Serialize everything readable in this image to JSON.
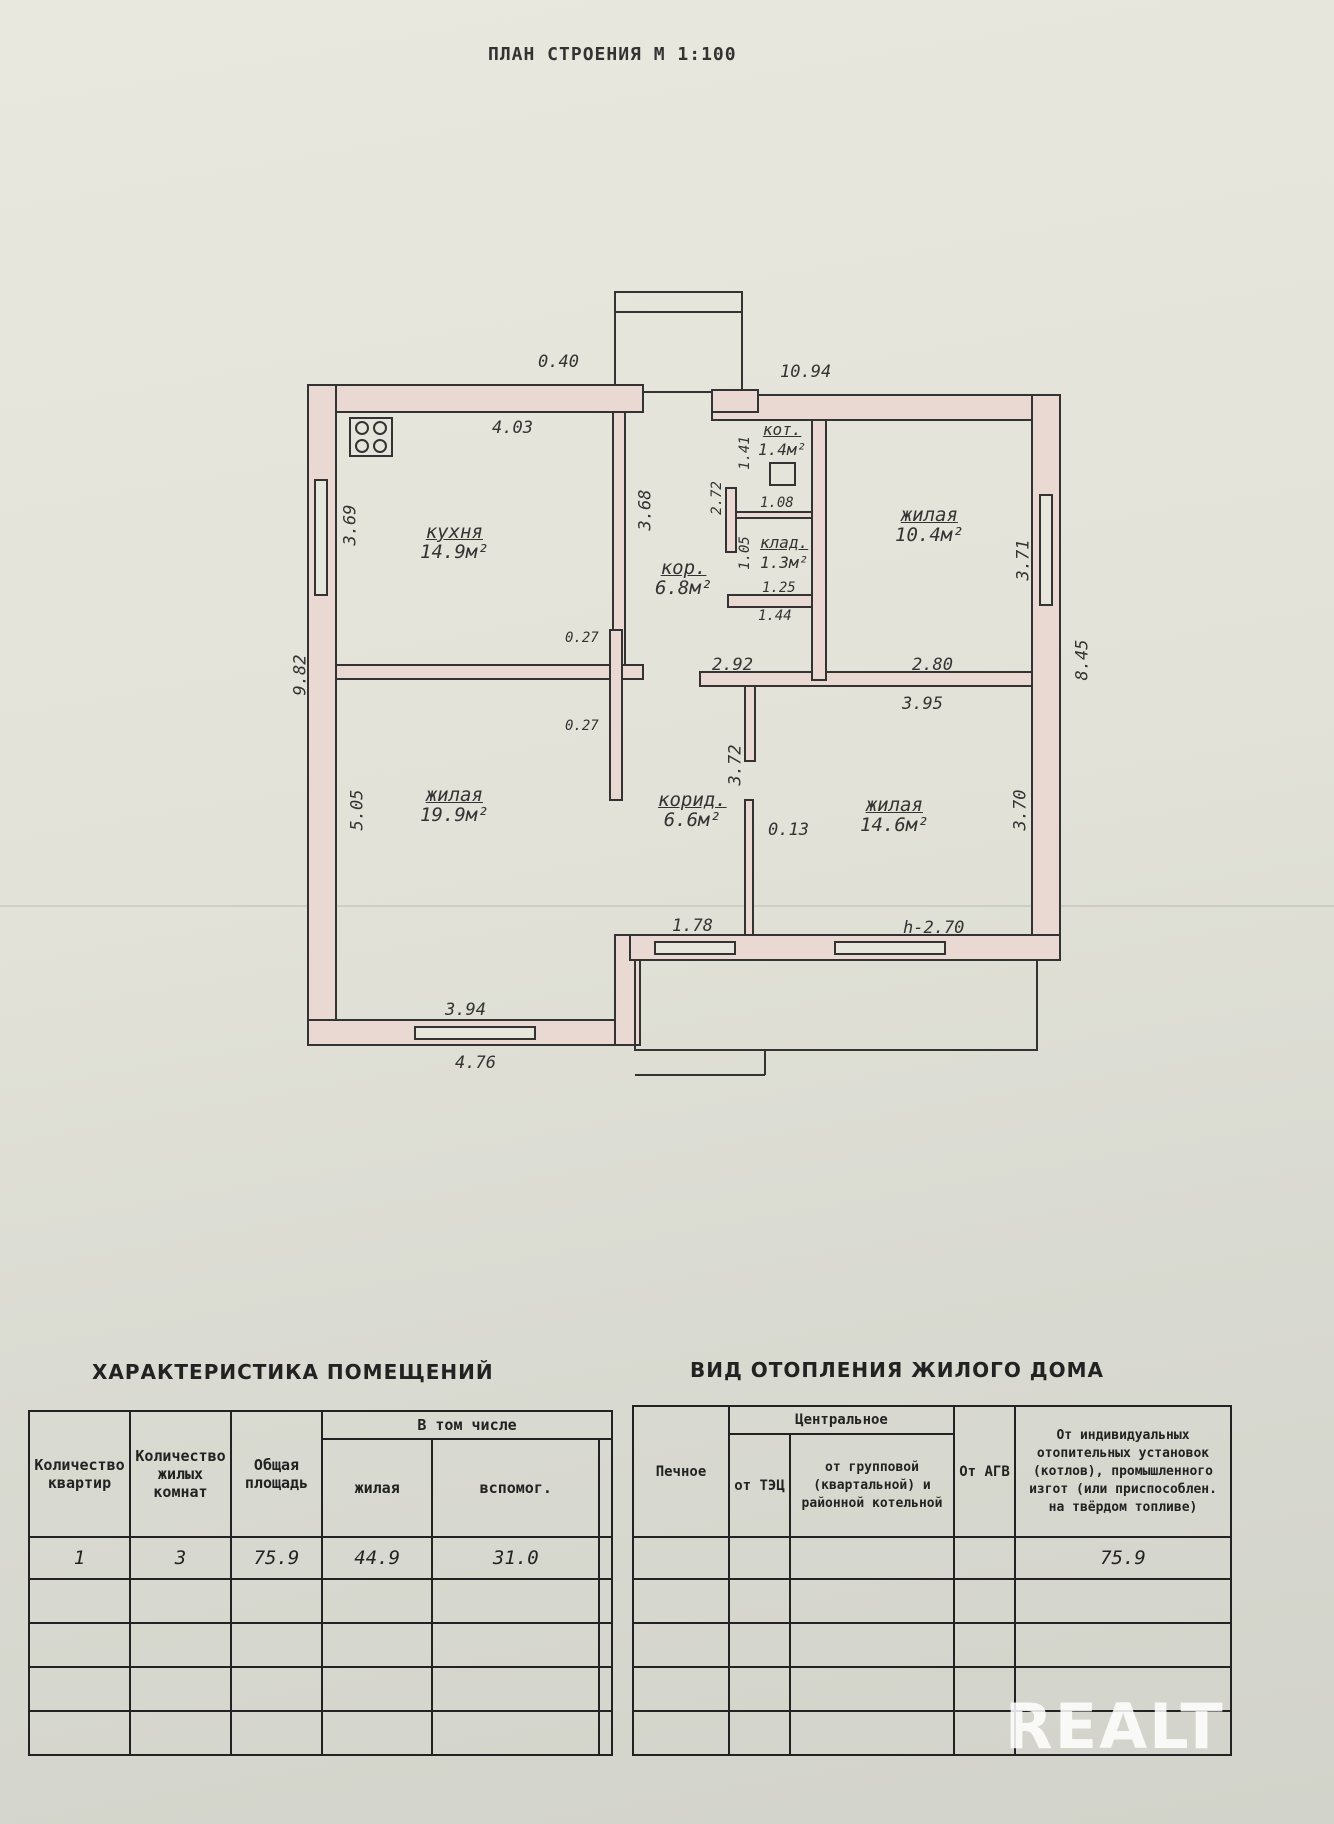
{
  "header": {
    "title": "ПЛАН СТРОЕНИЯ М 1:100"
  },
  "plan": {
    "rooms": [
      {
        "name": "кухня",
        "area": "14.9м²"
      },
      {
        "name": "кор.",
        "area": "6.8м²"
      },
      {
        "name": "кот.",
        "area": "1.4м²"
      },
      {
        "name": "клад.",
        "area": "1.3м²"
      },
      {
        "name": "жилая",
        "area": "10.4м²"
      },
      {
        "name": "жилая",
        "area": "19.9м²"
      },
      {
        "name": "корид.",
        "area": "6.6м²"
      },
      {
        "name": "жилая",
        "area": "14.6м²"
      }
    ],
    "dimensions": [
      "0.40",
      "10.94",
      "4.03",
      "3.69",
      "3.68",
      "1.41",
      "2.72",
      "1.08",
      "1.05",
      "1.25",
      "1.44",
      "3.71",
      "0.27",
      "2.92",
      "2.80",
      "9.82",
      "8.45",
      "3.95",
      "0.27",
      "3.72",
      "5.05",
      "0.13",
      "3.70",
      "1.78",
      "h-2.70",
      "3.94",
      "4.76"
    ]
  },
  "rooms_table": {
    "title": "ХАРАКТЕРИСТИКА ПОМЕЩЕНИЙ",
    "headers": {
      "apartments": "Количество квартир",
      "rooms": "Количество жилых комнат",
      "total_area": "Общая площадь",
      "including": "В том числе",
      "living": "жилая",
      "auxiliary": "вспомог."
    },
    "row": {
      "apartments": "1",
      "rooms": "3",
      "total_area": "75.9",
      "living": "44.9",
      "auxiliary": "31.0"
    }
  },
  "heating_table": {
    "title": "ВИД ОТОПЛЕНИЯ ЖИЛОГО ДОМА",
    "headers": {
      "stove": "Печное",
      "central": "Центральное",
      "tec": "от ТЭЦ",
      "group": "от групповой (квартальной) и районной котельной",
      "agv": "От АГВ",
      "individual": "От индивидуальных отопительных установок (котлов), промышленного изгот (или приспособлен. на твёрдом топливе)"
    },
    "row": {
      "individual": "75.9"
    }
  },
  "watermark": "REALT"
}
